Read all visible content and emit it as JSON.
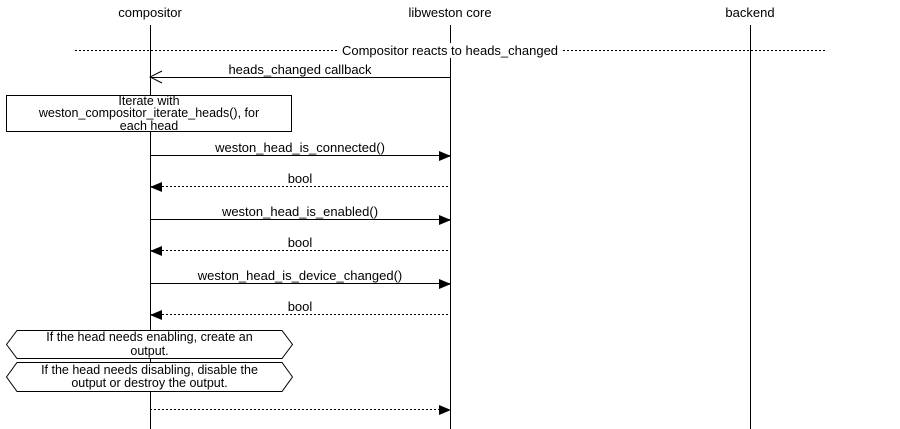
{
  "participants": [
    {
      "name": "compositor"
    },
    {
      "name": "libweston core"
    },
    {
      "name": "backend"
    }
  ],
  "divider": {
    "label": "Compositor reacts to heads_changed"
  },
  "messages": [
    {
      "label": "heads_changed callback",
      "kind": "call-open-arrow",
      "from": "libweston core",
      "to": "compositor"
    },
    {
      "label": "weston_head_is_connected()",
      "kind": "call",
      "from": "compositor",
      "to": "libweston core"
    },
    {
      "label": "bool",
      "kind": "return",
      "from": "libweston core",
      "to": "compositor"
    },
    {
      "label": "weston_head_is_enabled()",
      "kind": "call",
      "from": "compositor",
      "to": "libweston core"
    },
    {
      "label": "bool",
      "kind": "return",
      "from": "libweston core",
      "to": "compositor"
    },
    {
      "label": "weston_head_is_device_changed()",
      "kind": "call",
      "from": "compositor",
      "to": "libweston core"
    },
    {
      "label": "bool",
      "kind": "return",
      "from": "libweston core",
      "to": "compositor"
    },
    {
      "label": "",
      "kind": "return",
      "from": "compositor",
      "to": "libweston core"
    }
  ],
  "notes": [
    {
      "shape": "rect",
      "lines": [
        "Iterate with",
        "weston_compositor_iterate_heads(), for",
        "each head"
      ]
    },
    {
      "shape": "hexagon",
      "lines": [
        "If the head needs enabling,  create an",
        "output."
      ]
    },
    {
      "shape": "hexagon",
      "lines": [
        "If the head needs disabling,  disable the",
        "output or destroy the output."
      ]
    }
  ],
  "colors": {
    "line": "#000000",
    "background": "#ffffff"
  }
}
